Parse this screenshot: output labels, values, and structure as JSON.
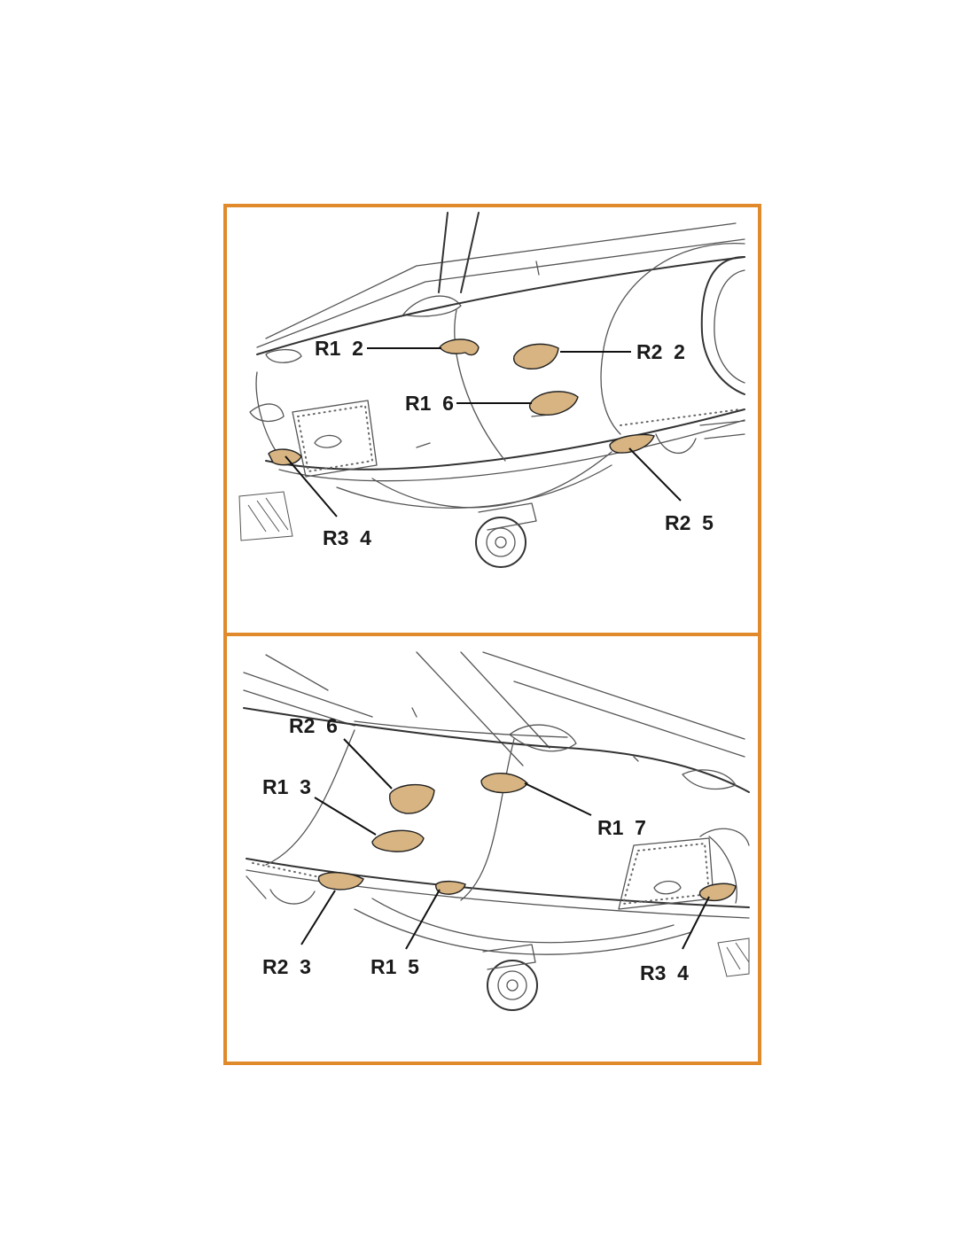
{
  "colors": {
    "frame": "#e08a2c",
    "part": "#d7b481",
    "line": "#555555",
    "text": "#1a1a1a"
  },
  "top_panel": {
    "callouts": {
      "r1_2": "R1  2",
      "r2_2": "R2  2",
      "r1_6": "R1  6",
      "r3_4": "R3  4",
      "r2_5": "R2  5"
    }
  },
  "bottom_panel": {
    "callouts": {
      "r2_6": "R2  6",
      "r1_3": "R1  3",
      "r1_7": "R1  7",
      "r2_3": "R2  3",
      "r1_5": "R1  5",
      "r3_4": "R3  4"
    }
  }
}
